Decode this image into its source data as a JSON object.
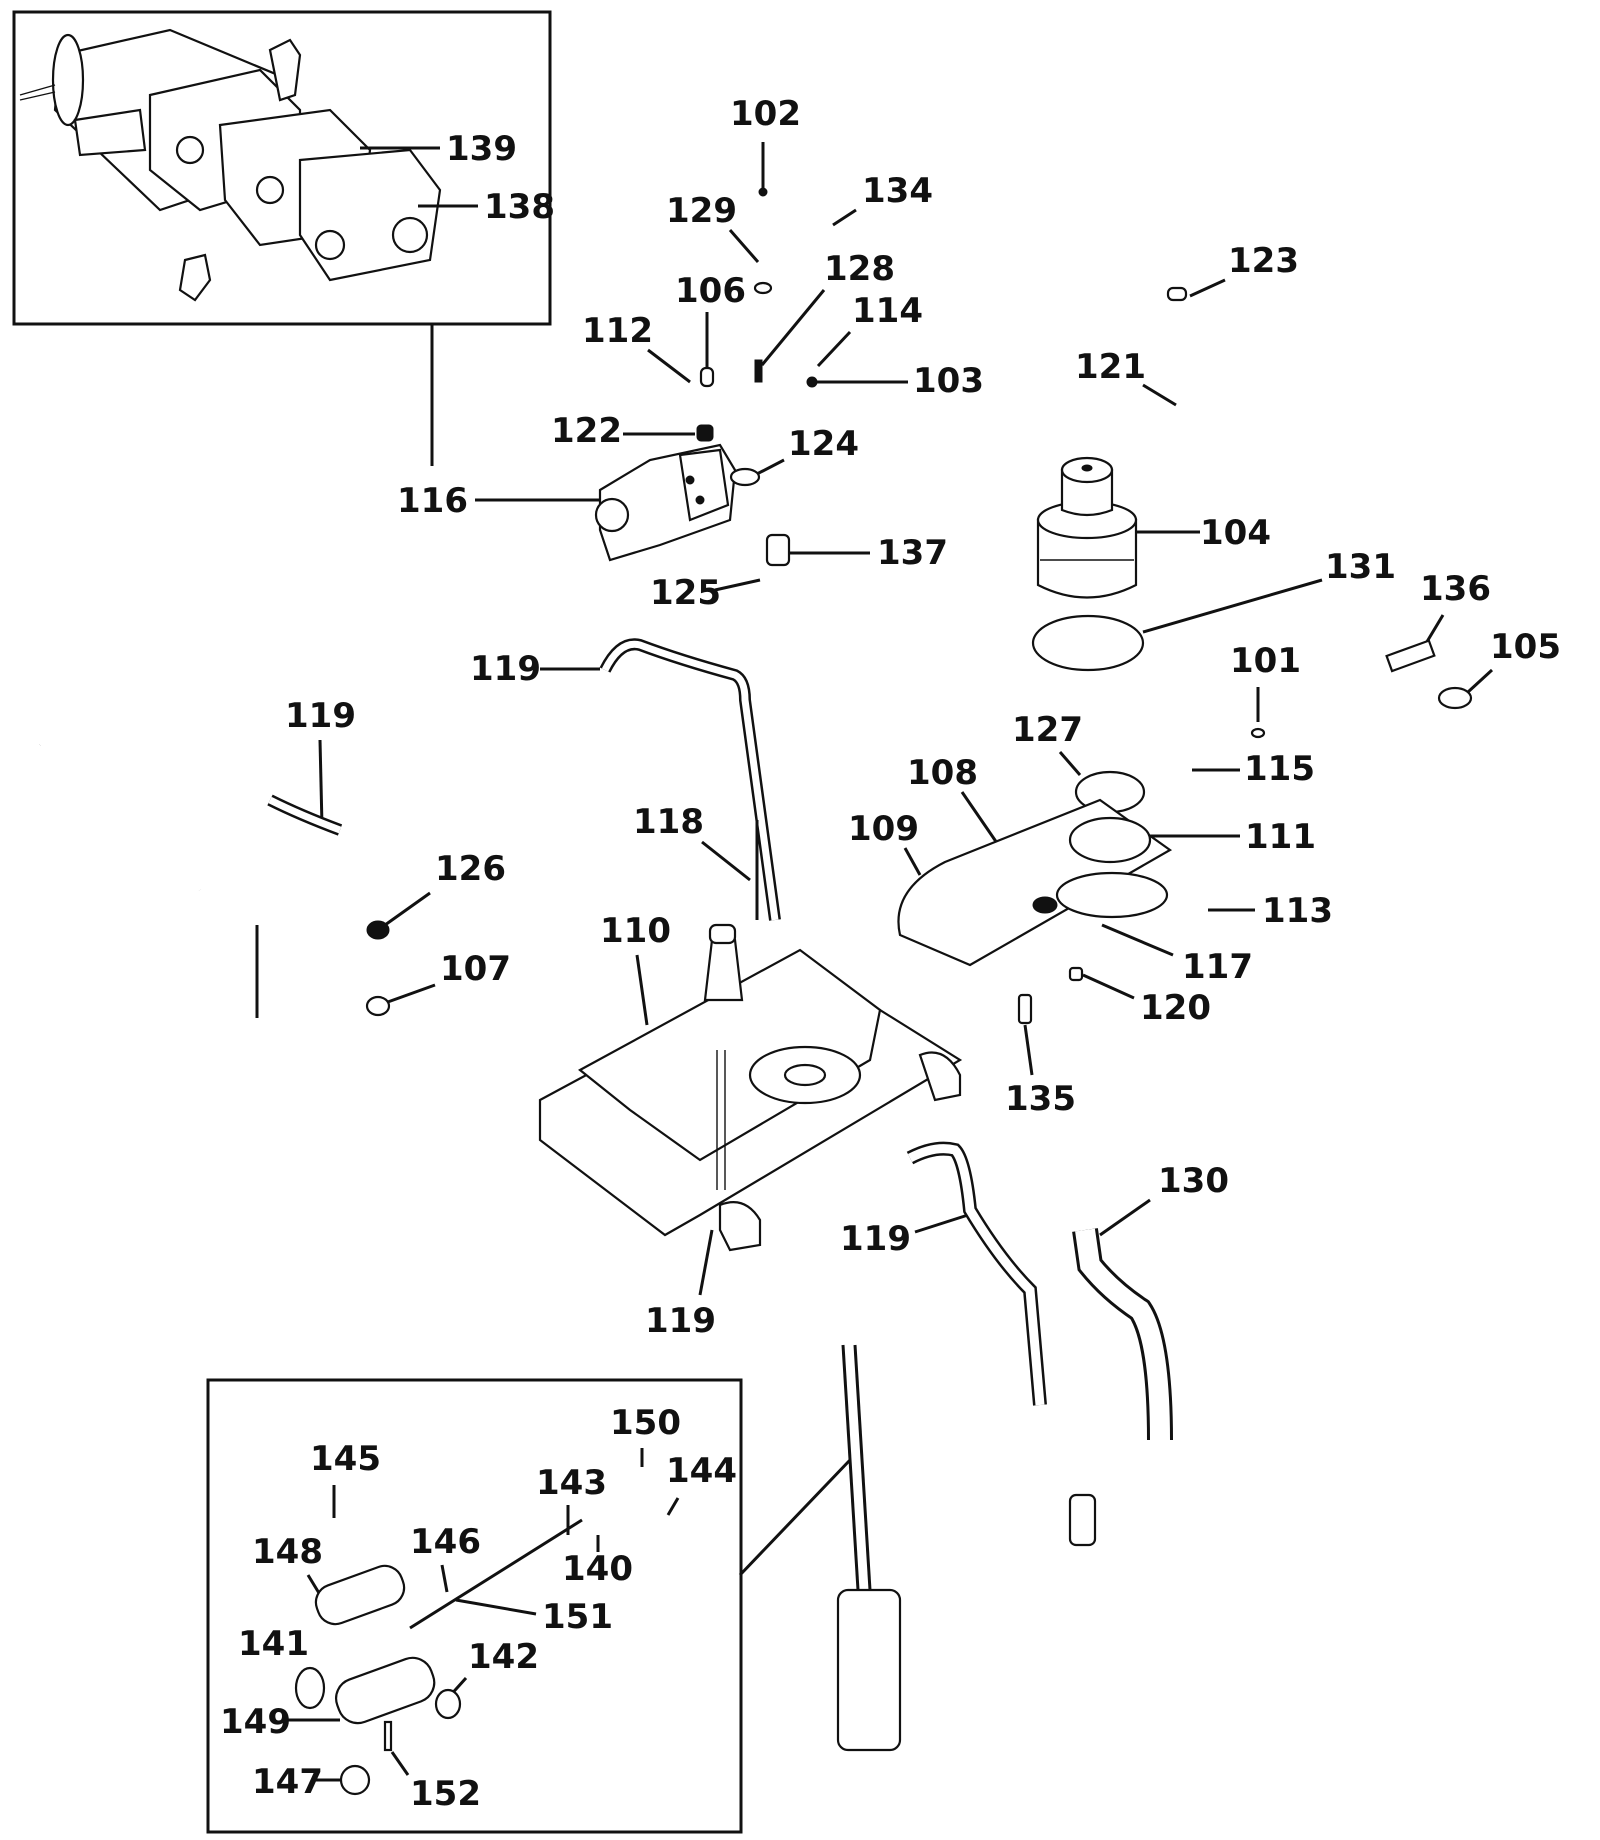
{
  "diagram": {
    "title": "Exploded parts diagram",
    "callouts": [
      {
        "id": "c102",
        "text": "102"
      },
      {
        "id": "c129",
        "text": "129"
      },
      {
        "id": "c134",
        "text": "134"
      },
      {
        "id": "c106",
        "text": "106"
      },
      {
        "id": "c128",
        "text": "128"
      },
      {
        "id": "c114",
        "text": "114"
      },
      {
        "id": "c112",
        "text": "112"
      },
      {
        "id": "c103",
        "text": "103"
      },
      {
        "id": "c122",
        "text": "122"
      },
      {
        "id": "c124",
        "text": "124"
      },
      {
        "id": "c116",
        "text": "116"
      },
      {
        "id": "c137",
        "text": "137"
      },
      {
        "id": "c125",
        "text": "125"
      },
      {
        "id": "c139",
        "text": "139"
      },
      {
        "id": "c138",
        "text": "138"
      },
      {
        "id": "c123",
        "text": "123"
      },
      {
        "id": "c121",
        "text": "121"
      },
      {
        "id": "c104",
        "text": "104"
      },
      {
        "id": "c131",
        "text": "131"
      },
      {
        "id": "c136",
        "text": "136"
      },
      {
        "id": "c105",
        "text": "105"
      },
      {
        "id": "c101",
        "text": "101"
      },
      {
        "id": "c127",
        "text": "127"
      },
      {
        "id": "c115",
        "text": "115"
      },
      {
        "id": "c108",
        "text": "108"
      },
      {
        "id": "c109",
        "text": "109"
      },
      {
        "id": "c111",
        "text": "111"
      },
      {
        "id": "c113",
        "text": "113"
      },
      {
        "id": "c117",
        "text": "117"
      },
      {
        "id": "c120",
        "text": "120"
      },
      {
        "id": "c135",
        "text": "135"
      },
      {
        "id": "c119a",
        "text": "119"
      },
      {
        "id": "c119b",
        "text": "119"
      },
      {
        "id": "c119c",
        "text": "119"
      },
      {
        "id": "c119d",
        "text": "119"
      },
      {
        "id": "c118",
        "text": "118"
      },
      {
        "id": "c126",
        "text": "126"
      },
      {
        "id": "c107",
        "text": "107"
      },
      {
        "id": "c110",
        "text": "110"
      },
      {
        "id": "c130",
        "text": "130"
      },
      {
        "id": "c150",
        "text": "150"
      },
      {
        "id": "c145",
        "text": "145"
      },
      {
        "id": "c143",
        "text": "143"
      },
      {
        "id": "c144",
        "text": "144"
      },
      {
        "id": "c148",
        "text": "148"
      },
      {
        "id": "c146",
        "text": "146"
      },
      {
        "id": "c140",
        "text": "140"
      },
      {
        "id": "c151",
        "text": "151"
      },
      {
        "id": "c141",
        "text": "141"
      },
      {
        "id": "c142",
        "text": "142"
      },
      {
        "id": "c149",
        "text": "149"
      },
      {
        "id": "c147",
        "text": "147"
      },
      {
        "id": "c152",
        "text": "152"
      }
    ],
    "insets": [
      {
        "name": "pump-detail",
        "parts": [
          "139",
          "138"
        ],
        "ref": "116"
      },
      {
        "name": "filter-wand-detail",
        "parts": [
          "140",
          "141",
          "142",
          "143",
          "144",
          "145",
          "146",
          "147",
          "148",
          "149",
          "150",
          "151",
          "152"
        ]
      }
    ]
  }
}
